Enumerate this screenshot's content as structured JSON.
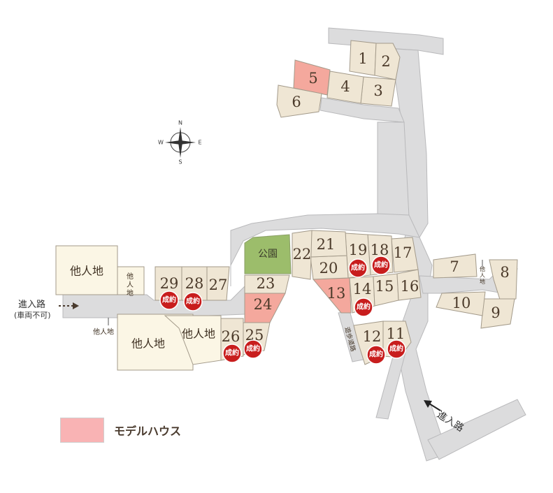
{
  "map": {
    "lots": [
      {
        "id": "1",
        "label": "1",
        "status": "available"
      },
      {
        "id": "2",
        "label": "2",
        "status": "available"
      },
      {
        "id": "3",
        "label": "3",
        "status": "available"
      },
      {
        "id": "4",
        "label": "4",
        "status": "available"
      },
      {
        "id": "5",
        "label": "5",
        "status": "model-house"
      },
      {
        "id": "6",
        "label": "6",
        "status": "available"
      },
      {
        "id": "7",
        "label": "7",
        "status": "available"
      },
      {
        "id": "8",
        "label": "8",
        "status": "available"
      },
      {
        "id": "9",
        "label": "9",
        "status": "available"
      },
      {
        "id": "10",
        "label": "10",
        "status": "available"
      },
      {
        "id": "11",
        "label": "11",
        "status": "sold"
      },
      {
        "id": "12",
        "label": "12",
        "status": "sold"
      },
      {
        "id": "13",
        "label": "13",
        "status": "model-house"
      },
      {
        "id": "14",
        "label": "14",
        "status": "sold"
      },
      {
        "id": "15",
        "label": "15",
        "status": "available"
      },
      {
        "id": "16",
        "label": "16",
        "status": "available"
      },
      {
        "id": "17",
        "label": "17",
        "status": "available"
      },
      {
        "id": "18",
        "label": "18",
        "status": "sold"
      },
      {
        "id": "19",
        "label": "19",
        "status": "sold"
      },
      {
        "id": "20",
        "label": "20",
        "status": "available"
      },
      {
        "id": "21",
        "label": "21",
        "status": "available"
      },
      {
        "id": "22",
        "label": "22",
        "status": "available"
      },
      {
        "id": "23",
        "label": "23",
        "status": "available"
      },
      {
        "id": "24",
        "label": "24",
        "status": "model-house"
      },
      {
        "id": "25",
        "label": "25",
        "status": "sold"
      },
      {
        "id": "26",
        "label": "26",
        "status": "sold"
      },
      {
        "id": "27",
        "label": "27",
        "status": "available"
      },
      {
        "id": "28",
        "label": "28",
        "status": "sold"
      },
      {
        "id": "29",
        "label": "29",
        "status": "sold"
      }
    ],
    "sold_badge": "成約",
    "park": "公園",
    "other_land": "他人地",
    "other_land_vertical": "他\n人\n地",
    "entrance_left": "進入路",
    "entrance_left_note": "(車両不可)",
    "entrance_right": "進入路",
    "walkway": "遊歩道路",
    "compass": {
      "n": "N",
      "s": "S",
      "e": "E",
      "w": "W"
    },
    "colors": {
      "road": "#dcdcdd",
      "lot": "#efe6d4",
      "model_house": "#f4a89d",
      "park": "#9cbd6b",
      "sold": "#c81d1d",
      "other_land": "#fbf6e5"
    }
  },
  "legend": {
    "label": "モデルハウス",
    "color": "#f9b3b4"
  }
}
